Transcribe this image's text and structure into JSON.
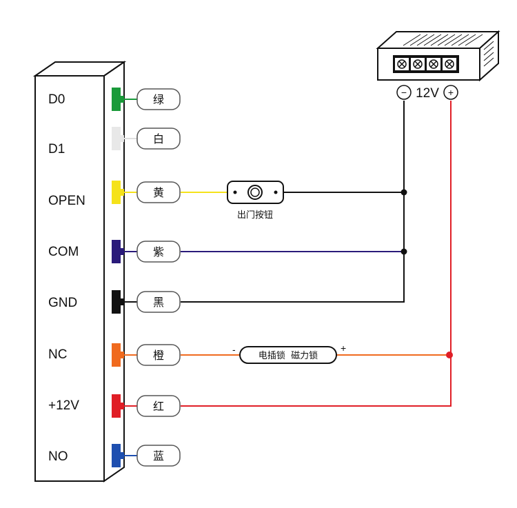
{
  "terminals": [
    {
      "label": "D0",
      "wire": "绿",
      "color": "#1a9a3a"
    },
    {
      "label": "D1",
      "wire": "白",
      "color": "#e8e8e8"
    },
    {
      "label": "OPEN",
      "wire": "黄",
      "color": "#f5e21a"
    },
    {
      "label": "COM",
      "wire": "紫",
      "color": "#2a1a7a"
    },
    {
      "label": "GND",
      "wire": "黑",
      "color": "#111111"
    },
    {
      "label": "NC",
      "wire": "橙",
      "color": "#f06a1e"
    },
    {
      "label": "+12V",
      "wire": "红",
      "color": "#e01e26"
    },
    {
      "label": "NO",
      "wire": "蓝",
      "color": "#1e4fb0"
    }
  ],
  "exit_button": {
    "label": "出门按钮"
  },
  "lock": {
    "label": "电插锁  磁力锁",
    "minus": "-",
    "plus": "+"
  },
  "power_supply": {
    "label": "12V",
    "minus": "−",
    "plus": "+"
  },
  "colors": {
    "line_black": "#111111",
    "line_red": "#e01e26",
    "line_yellow": "#f5e21a",
    "line_purple": "#2a1a7a",
    "line_orange": "#f06a1e"
  }
}
